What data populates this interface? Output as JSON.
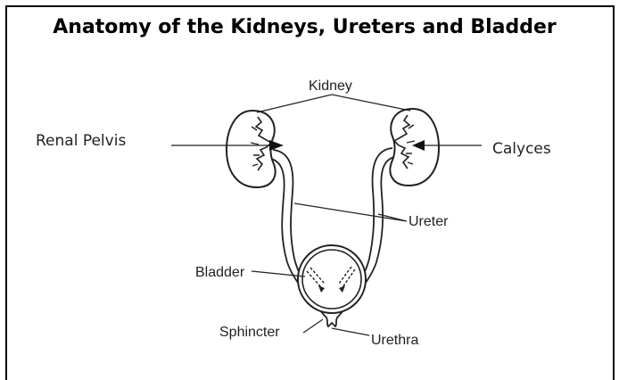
{
  "title": "Anatomy of the Kidneys, Ureters and Bladder",
  "labels": {
    "kidney": "Kidney",
    "renal_pelvis": "Renal Pelvis",
    "calyces": "Calyces",
    "ureter": "Ureter",
    "bladder": "Bladder",
    "sphincter": "Sphincter",
    "urethra": "Urethra"
  }
}
